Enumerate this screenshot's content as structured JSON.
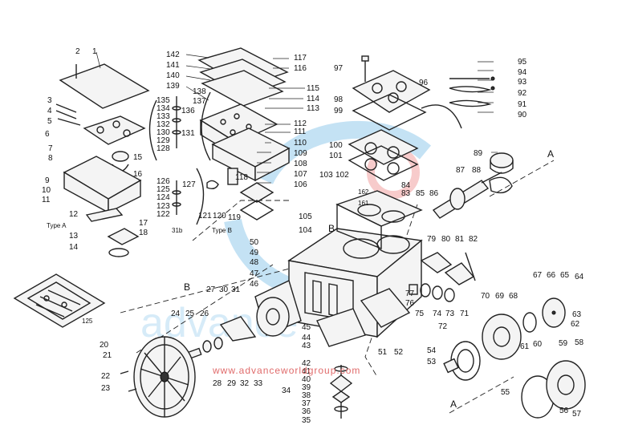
{
  "watermark": {
    "url": "www.advanceworldgroup.com"
  },
  "sections": {
    "type_a": "Type A",
    "type_b": "Type B",
    "inset_left": "125",
    "bracket_mid": "31b"
  },
  "markers": {
    "a_top": "A",
    "a_bottom": "A",
    "b_left": "B",
    "b_mid": "B"
  },
  "callouts": [
    {
      "id": "1",
      "label": "1"
    },
    {
      "id": "2",
      "label": "2"
    },
    {
      "id": "3",
      "label": "3"
    },
    {
      "id": "4",
      "label": "4"
    },
    {
      "id": "5",
      "label": "5"
    },
    {
      "id": "6",
      "label": "6"
    },
    {
      "id": "7",
      "label": "7"
    },
    {
      "id": "8",
      "label": "8"
    },
    {
      "id": "9",
      "label": "9"
    },
    {
      "id": "10",
      "label": "10"
    },
    {
      "id": "11",
      "label": "11"
    },
    {
      "id": "12",
      "label": "12"
    },
    {
      "id": "13",
      "label": "13"
    },
    {
      "id": "14",
      "label": "14"
    },
    {
      "id": "15",
      "label": "15"
    },
    {
      "id": "16",
      "label": "16"
    },
    {
      "id": "17",
      "label": "17"
    },
    {
      "id": "18",
      "label": "18"
    },
    {
      "id": "20",
      "label": "20"
    },
    {
      "id": "21",
      "label": "21"
    },
    {
      "id": "22",
      "label": "22"
    },
    {
      "id": "23",
      "label": "23"
    },
    {
      "id": "24",
      "label": "24"
    },
    {
      "id": "25",
      "label": "25"
    },
    {
      "id": "26",
      "label": "26"
    },
    {
      "id": "27",
      "label": "27"
    },
    {
      "id": "28",
      "label": "28"
    },
    {
      "id": "29",
      "label": "29"
    },
    {
      "id": "30",
      "label": "30"
    },
    {
      "id": "31",
      "label": "31"
    },
    {
      "id": "32",
      "label": "32"
    },
    {
      "id": "33",
      "label": "33"
    },
    {
      "id": "34",
      "label": "34"
    },
    {
      "id": "35",
      "label": "35"
    },
    {
      "id": "36",
      "label": "36"
    },
    {
      "id": "37",
      "label": "37"
    },
    {
      "id": "38",
      "label": "38"
    },
    {
      "id": "39",
      "label": "39"
    },
    {
      "id": "40",
      "label": "40"
    },
    {
      "id": "41",
      "label": "41"
    },
    {
      "id": "42",
      "label": "42"
    },
    {
      "id": "43",
      "label": "43"
    },
    {
      "id": "44",
      "label": "44"
    },
    {
      "id": "45",
      "label": "45"
    },
    {
      "id": "46",
      "label": "46"
    },
    {
      "id": "47",
      "label": "47"
    },
    {
      "id": "48",
      "label": "48"
    },
    {
      "id": "49",
      "label": "49"
    },
    {
      "id": "50",
      "label": "50"
    },
    {
      "id": "51",
      "label": "51"
    },
    {
      "id": "52",
      "label": "52"
    },
    {
      "id": "53",
      "label": "53"
    },
    {
      "id": "54",
      "label": "54"
    },
    {
      "id": "55",
      "label": "55"
    },
    {
      "id": "56",
      "label": "56"
    },
    {
      "id": "57",
      "label": "57"
    },
    {
      "id": "58",
      "label": "58"
    },
    {
      "id": "59",
      "label": "59"
    },
    {
      "id": "60",
      "label": "60"
    },
    {
      "id": "61",
      "label": "61"
    },
    {
      "id": "62",
      "label": "62"
    },
    {
      "id": "63",
      "label": "63"
    },
    {
      "id": "64",
      "label": "64"
    },
    {
      "id": "65",
      "label": "65"
    },
    {
      "id": "66",
      "label": "66"
    },
    {
      "id": "67",
      "label": "67"
    },
    {
      "id": "68",
      "label": "68"
    },
    {
      "id": "69",
      "label": "69"
    },
    {
      "id": "70",
      "label": "70"
    },
    {
      "id": "71",
      "label": "71"
    },
    {
      "id": "72",
      "label": "72"
    },
    {
      "id": "73",
      "label": "73"
    },
    {
      "id": "74",
      "label": "74"
    },
    {
      "id": "75",
      "label": "75"
    },
    {
      "id": "76",
      "label": "76"
    },
    {
      "id": "77",
      "label": "77"
    },
    {
      "id": "79",
      "label": "79"
    },
    {
      "id": "80",
      "label": "80"
    },
    {
      "id": "81",
      "label": "81"
    },
    {
      "id": "82",
      "label": "82"
    },
    {
      "id": "83",
      "label": "83"
    },
    {
      "id": "84",
      "label": "84"
    },
    {
      "id": "85",
      "label": "85"
    },
    {
      "id": "86",
      "label": "86"
    },
    {
      "id": "87",
      "label": "87"
    },
    {
      "id": "88",
      "label": "88"
    },
    {
      "id": "89",
      "label": "89"
    },
    {
      "id": "90",
      "label": "90"
    },
    {
      "id": "91",
      "label": "91"
    },
    {
      "id": "92",
      "label": "92"
    },
    {
      "id": "93",
      "label": "93"
    },
    {
      "id": "94",
      "label": "94"
    },
    {
      "id": "95",
      "label": "95"
    },
    {
      "id": "96",
      "label": "96"
    },
    {
      "id": "97",
      "label": "97"
    },
    {
      "id": "98",
      "label": "98"
    },
    {
      "id": "99",
      "label": "99"
    },
    {
      "id": "100",
      "label": "100"
    },
    {
      "id": "101",
      "label": "101"
    },
    {
      "id": "102",
      "label": "102"
    },
    {
      "id": "103",
      "label": "103"
    },
    {
      "id": "104",
      "label": "104"
    },
    {
      "id": "105",
      "label": "105"
    },
    {
      "id": "106",
      "label": "106"
    },
    {
      "id": "107",
      "label": "107"
    },
    {
      "id": "108",
      "label": "108"
    },
    {
      "id": "109",
      "label": "109"
    },
    {
      "id": "110",
      "label": "110"
    },
    {
      "id": "111",
      "label": "111"
    },
    {
      "id": "112",
      "label": "112"
    },
    {
      "id": "113",
      "label": "113"
    },
    {
      "id": "114",
      "label": "114"
    },
    {
      "id": "115",
      "label": "115"
    },
    {
      "id": "116",
      "label": "116"
    },
    {
      "id": "117",
      "label": "117"
    },
    {
      "id": "118",
      "label": "118"
    },
    {
      "id": "119",
      "label": "119"
    },
    {
      "id": "120",
      "label": "120"
    },
    {
      "id": "121",
      "label": "121"
    },
    {
      "id": "122",
      "label": "122"
    },
    {
      "id": "123",
      "label": "123"
    },
    {
      "id": "124",
      "label": "124"
    },
    {
      "id": "125",
      "label": "125"
    },
    {
      "id": "126",
      "label": "126"
    },
    {
      "id": "127",
      "label": "127"
    },
    {
      "id": "128",
      "label": "128"
    },
    {
      "id": "129",
      "label": "129"
    },
    {
      "id": "130",
      "label": "130"
    },
    {
      "id": "131",
      "label": "131"
    },
    {
      "id": "132",
      "label": "132"
    },
    {
      "id": "133",
      "label": "133"
    },
    {
      "id": "134",
      "label": "134"
    },
    {
      "id": "135",
      "label": "135"
    },
    {
      "id": "136",
      "label": "136"
    },
    {
      "id": "137",
      "label": "137"
    },
    {
      "id": "138",
      "label": "138"
    },
    {
      "id": "139",
      "label": "139"
    },
    {
      "id": "140",
      "label": "140"
    },
    {
      "id": "141",
      "label": "141"
    },
    {
      "id": "142",
      "label": "142"
    },
    {
      "id": "161",
      "label": "161"
    },
    {
      "id": "162",
      "label": "162"
    }
  ]
}
